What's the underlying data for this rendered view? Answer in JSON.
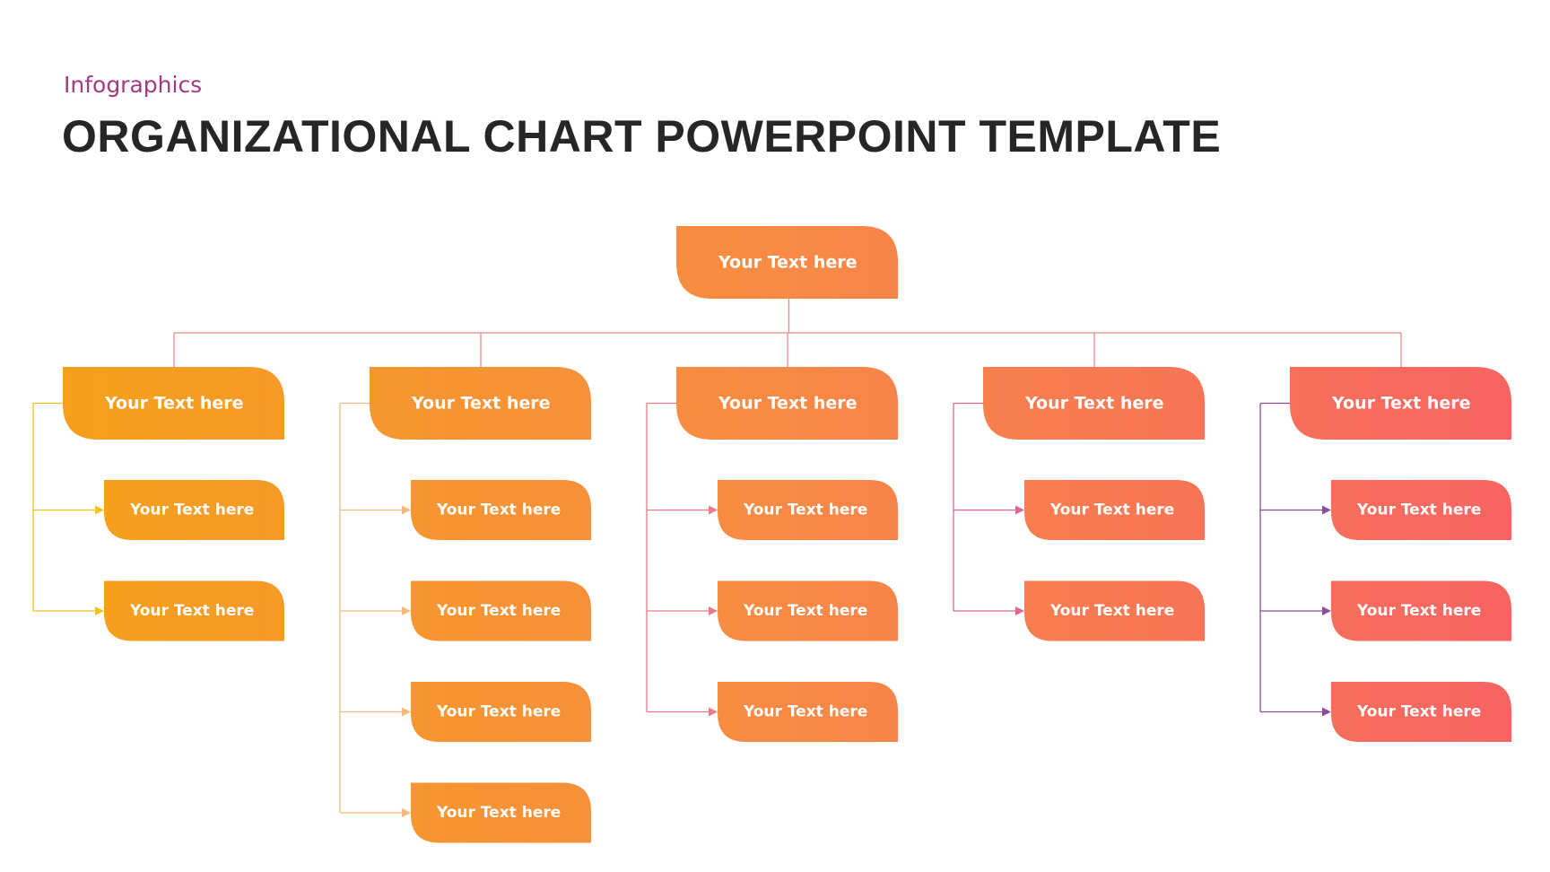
{
  "header": {
    "subtitle": "Infographics",
    "title": "ORGANIZATIONAL CHART POWERPOINT TEMPLATE"
  },
  "colors": {
    "orange_start": "#f5a11b",
    "orange_mid": "#f78a45",
    "red_end": "#f76463",
    "top_connector": "#e98a8c",
    "col1_line": "#f3c21b",
    "col2_line": "#f6b87c",
    "col3_line": "#ee7a86",
    "col4_line": "#e06597",
    "col5_line": "#8a4e9c"
  },
  "org_chart": {
    "root": {
      "label": "Your Text here"
    },
    "departments": [
      {
        "label": "Your Text here",
        "children": [
          "Your Text here",
          "Your Text here"
        ]
      },
      {
        "label": "Your Text here",
        "children": [
          "Your Text here",
          "Your Text here",
          "Your Text here",
          "Your Text here"
        ]
      },
      {
        "label": "Your Text here",
        "children": [
          "Your Text here",
          "Your Text here",
          "Your Text here"
        ]
      },
      {
        "label": "Your Text here",
        "children": [
          "Your Text here",
          "Your Text here"
        ]
      },
      {
        "label": "Your Text here",
        "children": [
          "Your Text here",
          "Your Text here",
          "Your Text here"
        ]
      }
    ]
  }
}
